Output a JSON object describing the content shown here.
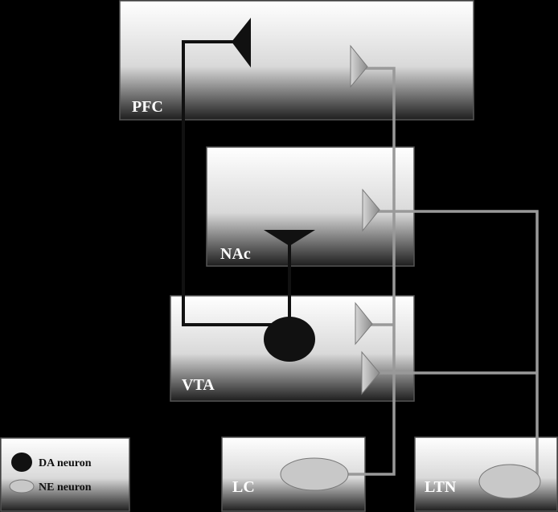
{
  "regions": {
    "pfc": {
      "label": "PFC"
    },
    "nac": {
      "label": "NAc"
    },
    "vta": {
      "label": "VTA"
    },
    "lc": {
      "label": "LC"
    },
    "ltn": {
      "label": "LTN"
    }
  },
  "legend": {
    "da_label": "DA neuron",
    "ne_label": "NE neuron"
  },
  "colors": {
    "background": "#000000",
    "panel_light": "#ffffff",
    "panel_dark": "#1a1a1a",
    "da_pathway": "#111111",
    "ne_pathway": "#9a9a9a",
    "ne_fill": "#c8c8c8"
  }
}
